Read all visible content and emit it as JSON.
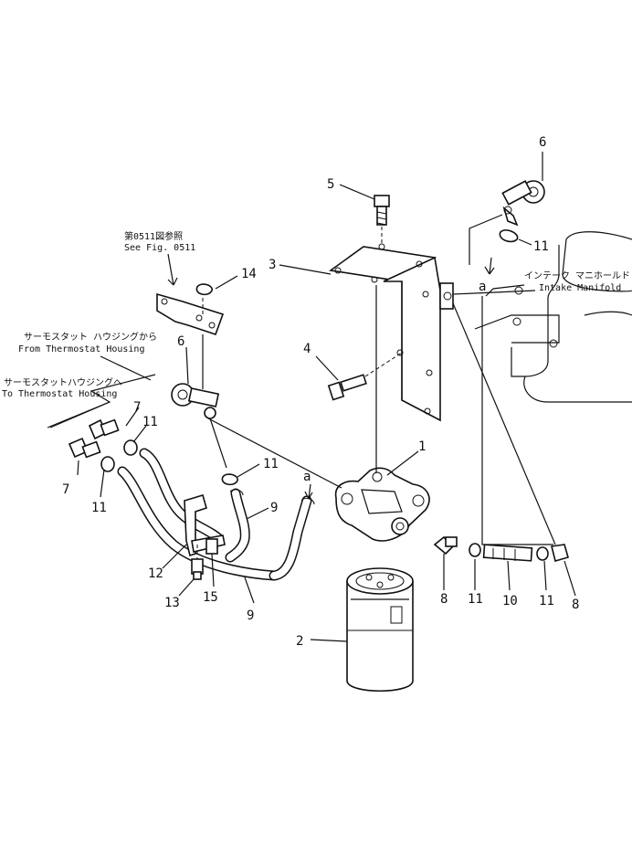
{
  "labels": {
    "see_fig_jp": "第0511図参照",
    "see_fig_en": "See Fig. 0511",
    "from_thermo_jp": "サーモスタット ハウジングから",
    "from_thermo_en": "From Thermostat Housing",
    "to_thermo_jp": "サーモスタットハウジングへ",
    "to_thermo_en": "To Thermostat Housing",
    "intake_jp": "インテーク マニホールド",
    "intake_en": "Intake Manifold",
    "ref_a": "a"
  },
  "callouts": {
    "n1": "1",
    "n2": "2",
    "n3": "3",
    "n4": "4",
    "n5": "5",
    "n6a": "6",
    "n6b": "6",
    "n7a": "7",
    "n7b": "7",
    "n8a": "8",
    "n8b": "8",
    "n9a": "9",
    "n9b": "9",
    "n10": "10",
    "n11a": "11",
    "n11b": "11",
    "n11c": "11",
    "n11d": "11",
    "n11e": "11",
    "n11f": "11",
    "n12": "12",
    "n13": "13",
    "n14": "14",
    "n15": "15"
  }
}
